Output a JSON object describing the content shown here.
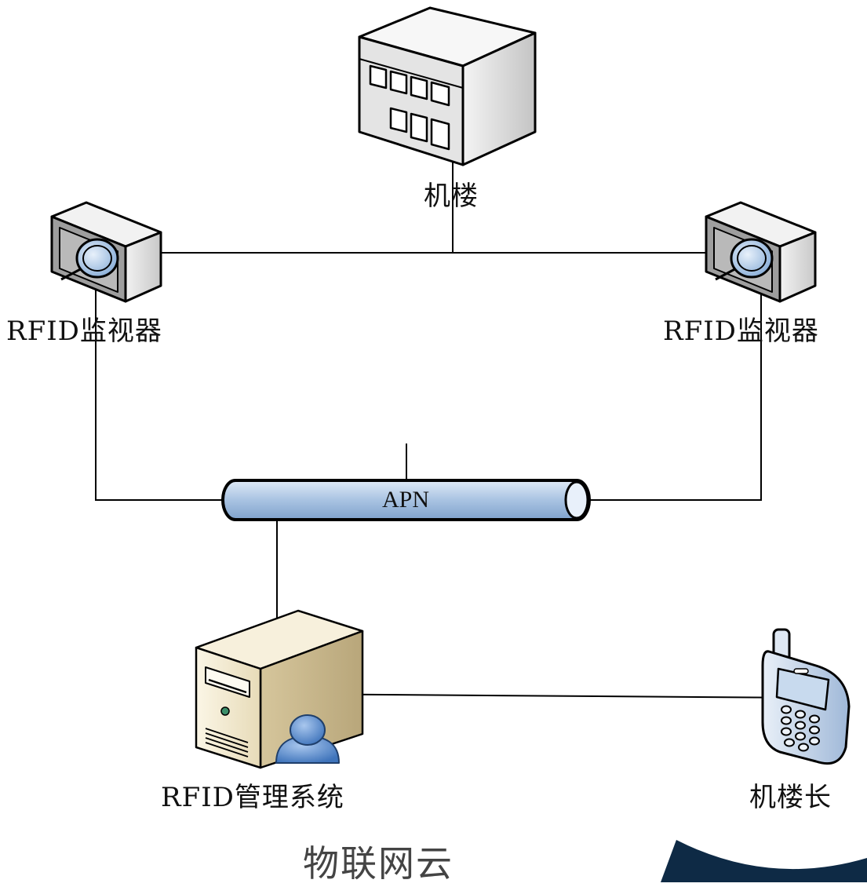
{
  "nodes": {
    "building": {
      "label": "机楼",
      "icon": "office-building-icon"
    },
    "monitor_left": {
      "label": "RFID监视器",
      "icon": "rfid-monitor-icon"
    },
    "monitor_right": {
      "label": "RFID监视器",
      "icon": "rfid-monitor-icon"
    },
    "network": {
      "label": "APN",
      "icon": "network-pipe-icon"
    },
    "server": {
      "label": "RFID管理系统",
      "icon": "server-user-icon"
    },
    "phone": {
      "label": "机楼长",
      "icon": "mobile-phone-icon"
    }
  },
  "watermark": {
    "text": "物联网云"
  },
  "colors": {
    "line": "#000000",
    "pipe_fill": "#b6cde6",
    "server_fill": "#f0e6c8",
    "user_fill": "#5b8fd0",
    "phone_fill": "#c9daef",
    "building_fill": "#eeeeee",
    "corner_shape": "#0e2a45"
  }
}
